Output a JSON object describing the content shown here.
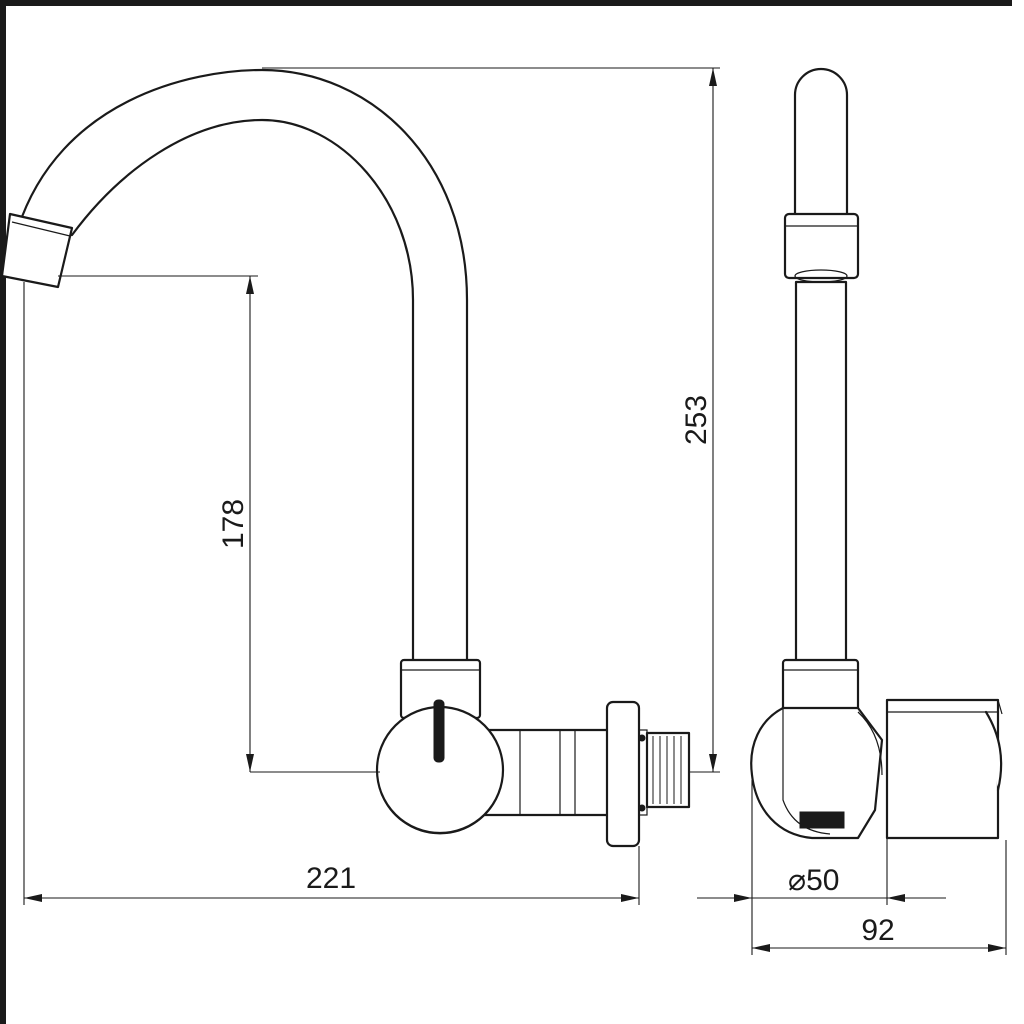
{
  "dimensions": {
    "total_height": "253",
    "spout_height": "178",
    "total_reach": "221",
    "diameter": "50",
    "depth": "92"
  },
  "symbols": {
    "diameter_symbol": "⌀"
  },
  "colors": {
    "line": "#1a1a1a",
    "background": "#ffffff"
  }
}
